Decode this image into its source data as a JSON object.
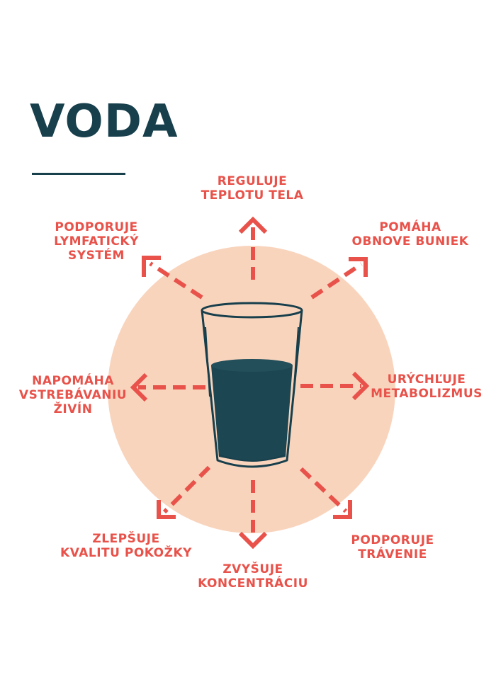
{
  "title": "VODA",
  "colors": {
    "title": "#173f4c",
    "accent": "#e8524a",
    "circle": "#f9d4bd",
    "water": "#1c4651"
  },
  "center": {
    "icon": "glass-of-water-icon"
  },
  "benefits": [
    {
      "id": "top",
      "lines": [
        "REGULUJE",
        "TEPLOTU TELA"
      ]
    },
    {
      "id": "top-left",
      "lines": [
        "PODPORUJE",
        "LYMFATICKÝ",
        "SYSTÉM"
      ]
    },
    {
      "id": "top-right",
      "lines": [
        "POMÁHA",
        "OBNOVE  BUNIEK"
      ]
    },
    {
      "id": "left",
      "lines": [
        "NAPOMÁHA",
        "VSTREBÁVANIU",
        "ŽIVÍN"
      ]
    },
    {
      "id": "right",
      "lines": [
        "URÝCHĽUJE",
        "METABOLIZMUS"
      ]
    },
    {
      "id": "bottom-left",
      "lines": [
        "ZLEPŠUJE",
        "KVALITU POKOŽKY"
      ]
    },
    {
      "id": "bottom",
      "lines": [
        "ZVYŠUJE",
        "KONCENTRÁCIU"
      ]
    },
    {
      "id": "bottom-right",
      "lines": [
        "PODPORUJE",
        "TRÁVENIE"
      ]
    }
  ]
}
